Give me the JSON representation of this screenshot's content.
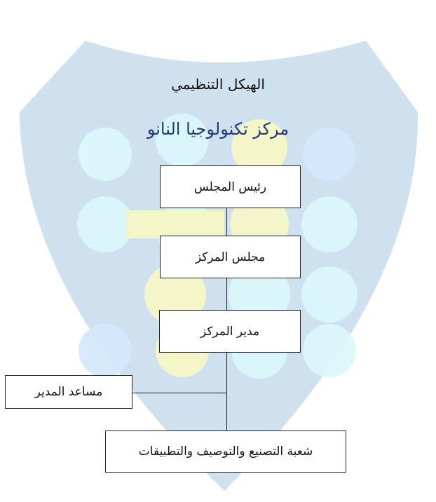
{
  "chart": {
    "title": "الهيكل التنظيمي",
    "subtitle": "مركز تكنولوجيا النانو",
    "nodes": [
      {
        "id": "chairman",
        "label": "رئيس المجلس"
      },
      {
        "id": "center-council",
        "label": "مجلس المركز"
      },
      {
        "id": "center-director",
        "label": "مدير المركز"
      },
      {
        "id": "assistant-director",
        "label": "مساعد المدير"
      },
      {
        "id": "division",
        "label": "شعبة التصنيع والتوصيف والتطبيقات"
      }
    ]
  },
  "colors": {
    "title_blue": "#1f3c7a",
    "shield": "#cfe0ee"
  }
}
